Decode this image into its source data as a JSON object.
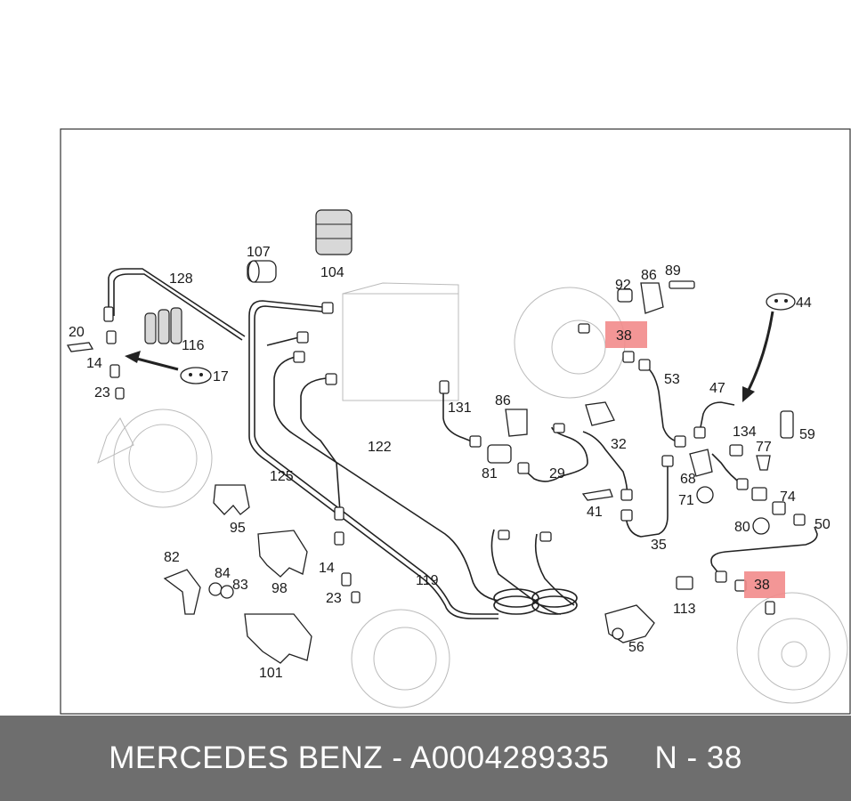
{
  "diagram": {
    "labels": {
      "l128": "128",
      "l107": "107",
      "l104": "104",
      "l20": "20",
      "l116": "116",
      "l14a": "14",
      "l17": "17",
      "l23a": "23",
      "l131": "131",
      "l122": "122",
      "l125": "125",
      "l95": "95",
      "l82": "82",
      "l84": "84",
      "l83": "83",
      "l98": "98",
      "l14b": "14",
      "l23b": "23",
      "l101": "101",
      "l119": "119",
      "l92": "92",
      "l86a": "86",
      "l89": "89",
      "l38a": "38",
      "l53": "53",
      "l86b": "86",
      "l81": "81",
      "l32": "32",
      "l29": "29",
      "l41": "41",
      "l35": "35",
      "l56": "56",
      "l44": "44",
      "l47": "47",
      "l134": "134",
      "l77": "77",
      "l59": "59",
      "l68": "68",
      "l71": "71",
      "l74": "74",
      "l80": "80",
      "l50": "50",
      "l113": "113",
      "l38b": "38"
    },
    "highlight_color": "#f28b8b"
  },
  "footer": {
    "brand": "MERCEDES BENZ",
    "separator": " - ",
    "part_number": "A0004289335",
    "position": "N - 38",
    "background": "#6e6e6e"
  }
}
